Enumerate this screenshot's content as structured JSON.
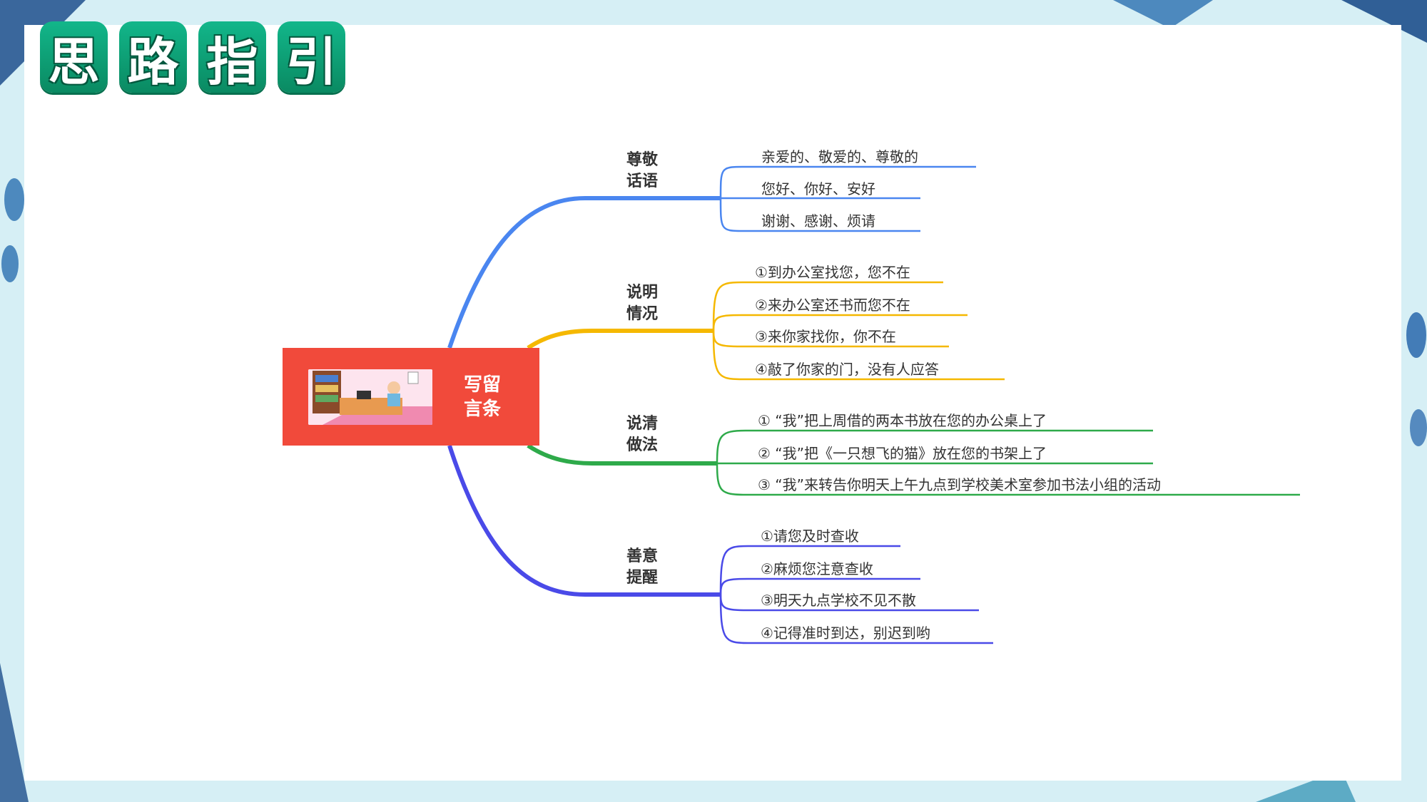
{
  "title_chars": [
    "思",
    "路",
    "指",
    "引"
  ],
  "central": {
    "line1": "写留",
    "line2": "言条"
  },
  "colors": {
    "accent_green": "#0fa57a",
    "central_red": "#f14a3b",
    "branch1": "#4a86f0",
    "branch2": "#f5b800",
    "branch3": "#2eaa4a",
    "branch4": "#4a4ae8"
  },
  "branches": [
    {
      "line1": "尊敬",
      "line2": "话语",
      "leaves": [
        "亲爱的、敬爱的、尊敬的",
        "您好、你好、安好",
        "谢谢、感谢、烦请"
      ]
    },
    {
      "line1": "说明",
      "line2": "情况",
      "leaves": [
        "①到办公室找您，您不在",
        "②来办公室还书而您不在",
        "③来你家找你，你不在",
        "④敲了你家的门，没有人应答"
      ]
    },
    {
      "line1": "说清",
      "line2": "做法",
      "leaves": [
        "①  “我”把上周借的两本书放在您的办公桌上了",
        "②  “我”把《一只想飞的猫》放在您的书架上了",
        "③  “我”来转告你明天上午九点到学校美术室参加书法小组的活动"
      ]
    },
    {
      "line1": "善意",
      "line2": "提醒",
      "leaves": [
        "①请您及时查收",
        "②麻烦您注意查收",
        "③明天九点学校不见不散",
        "④记得准时到达，别迟到哟"
      ]
    }
  ]
}
